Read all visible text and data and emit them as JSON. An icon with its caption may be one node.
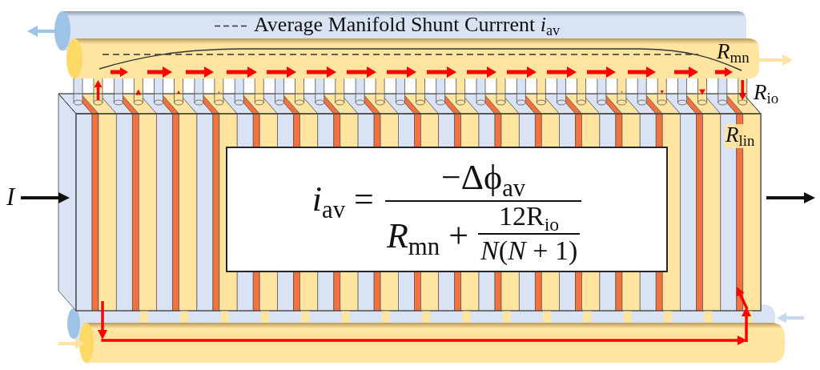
{
  "diagram": {
    "nodes": [
      {
        "text": [
          "*i*$_{av}$ =",
          "−Δϕ$_{av}$",
          "*R*$_{mn}$ +",
          "12R$_{io}$",
          "*N*(*N* + 1)"
        ]
      }
    ],
    "labels": [
      "*R*$_{mn}$",
      "*R*$_{io}$",
      "*R*$_{lin}$",
      "I"
    ],
    "legend": [
      {
        "text": "Average Manifold Shunt Currrent *i*$_{av}$"
      }
    ]
  }
}
